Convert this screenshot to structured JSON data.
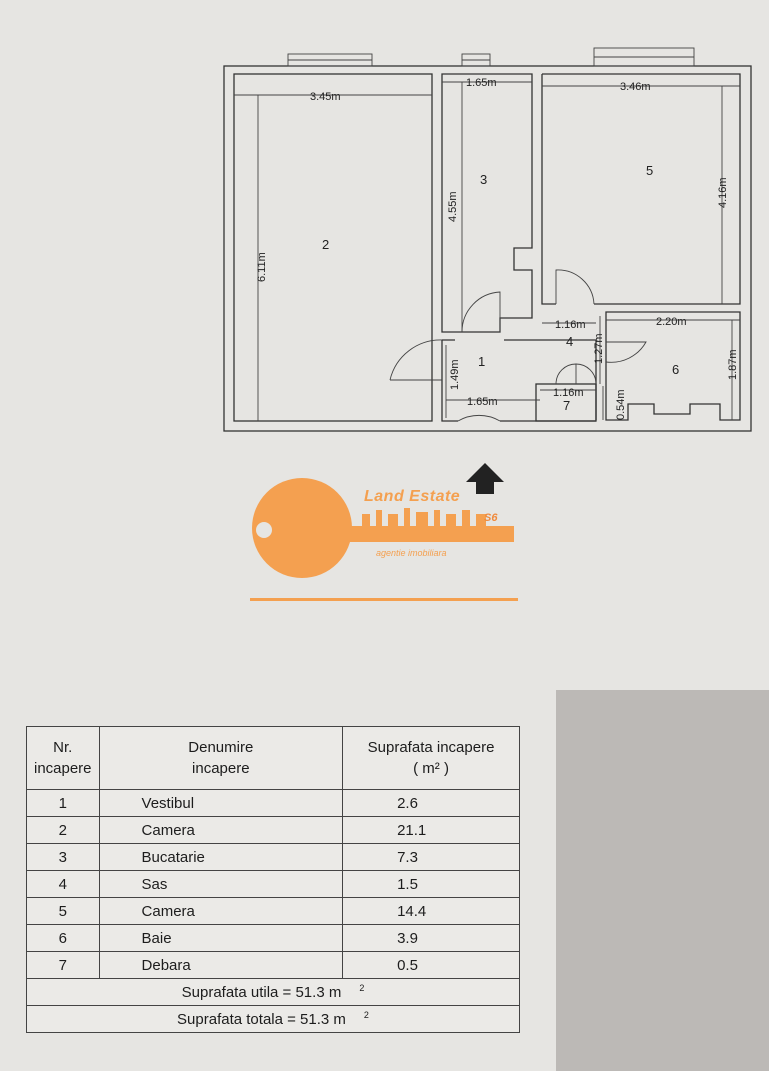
{
  "plan": {
    "dimensions": {
      "room2_width": "3.45m",
      "room2_height": "6.11m",
      "room3_width": "1.65m",
      "room3_height": "4.55m",
      "room5_width": "3.46m",
      "room5_height": "4.16m",
      "room4_width": "1.16m",
      "room4_height": "1.27m",
      "room6_width": "2.20m",
      "room6_height": "1.87m",
      "room1_height": "1.49m",
      "room1_width": "1.65m",
      "room7_width": "1.16m",
      "room7_height": "0.54m"
    },
    "rooms": [
      "1",
      "2",
      "3",
      "4",
      "5",
      "6",
      "7"
    ]
  },
  "logo": {
    "brand": "Land Estate",
    "tagline": "agentie imobiliara",
    "badge": "S6"
  },
  "table": {
    "headers": {
      "nr": [
        "Nr.",
        "incapere"
      ],
      "name": [
        "Denumire",
        "incapere"
      ],
      "area": [
        "Suprafata incapere",
        "( m² )"
      ]
    },
    "rows": [
      {
        "nr": "1",
        "name": "Vestibul",
        "area": "2.6"
      },
      {
        "nr": "2",
        "name": "Camera",
        "area": "21.1"
      },
      {
        "nr": "3",
        "name": "Bucatarie",
        "area": "7.3"
      },
      {
        "nr": "4",
        "name": "Sas",
        "area": "1.5"
      },
      {
        "nr": "5",
        "name": "Camera",
        "area": "14.4"
      },
      {
        "nr": "6",
        "name": "Baie",
        "area": "3.9"
      },
      {
        "nr": "7",
        "name": "Debara",
        "area": "0.5"
      }
    ],
    "summary": [
      {
        "label": "Suprafata utila = 51.3 m",
        "sup": "2"
      },
      {
        "label": "Suprafata totala = 51.3 m",
        "sup": "2"
      }
    ]
  }
}
